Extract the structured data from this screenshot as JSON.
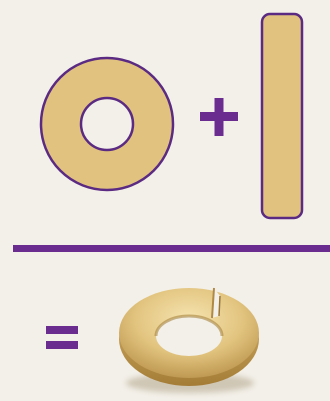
{
  "diagram": {
    "operator_plus": "+",
    "operator_equals": "=",
    "colors": {
      "background": "#f3f0e9",
      "shape_fill": "#e1c37f",
      "shape_outline": "#5b2a83",
      "operator": "#6a2c8f",
      "divider": "#6a2c8f"
    },
    "parts": [
      "annulus-disc",
      "rectangle-strip"
    ],
    "result": "torus-ring"
  }
}
